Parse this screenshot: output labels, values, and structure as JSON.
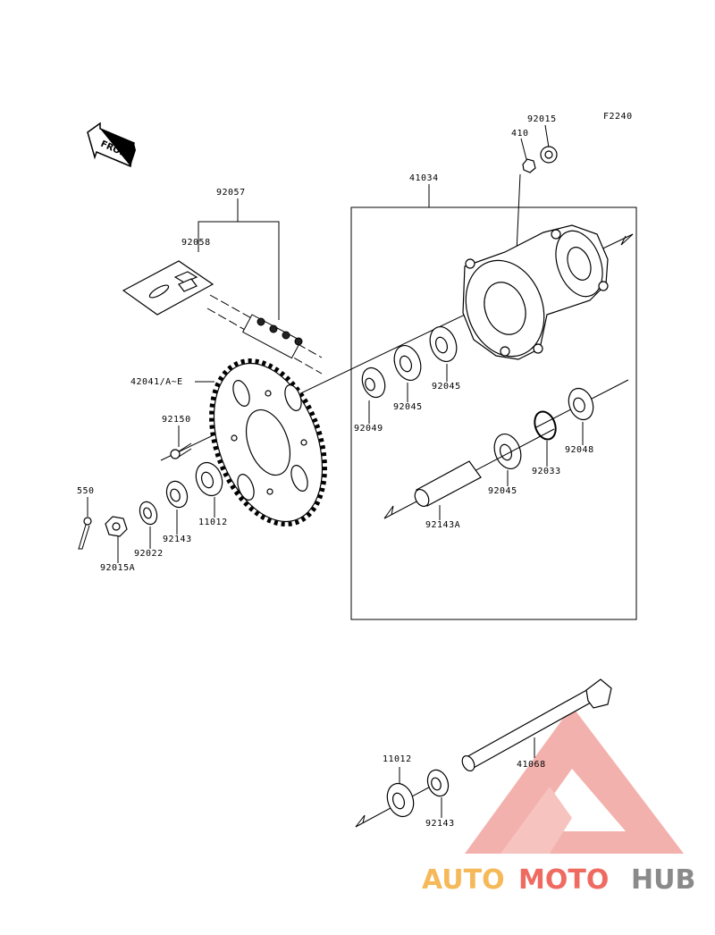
{
  "figure_code": "F2240",
  "front_arrow_label": "FRONT",
  "watermark": {
    "part1": "AUTO",
    "part2": "MOTO",
    "part3": "HUB",
    "color_orange": "#f6b95a",
    "color_red": "#ef6b61",
    "color_gray": "#8a8a8a"
  },
  "labels": {
    "p82015": "92015",
    "p410": "410",
    "p41034": "41034",
    "p92057": "92057",
    "p92058": "92058",
    "p42041": "42041/A~E",
    "p92049": "92049",
    "p92045a": "92045",
    "p92045b": "92045",
    "p92045c": "92045",
    "p92150": "92150",
    "p92048": "92048",
    "p92033": "92033",
    "p11012a": "11012",
    "p550": "550",
    "p92143a": "92143",
    "p92022": "92022",
    "p92015a": "92015A",
    "p92143A": "92143A",
    "p11012b": "11012",
    "p92143b": "92143",
    "p41068": "41068"
  }
}
